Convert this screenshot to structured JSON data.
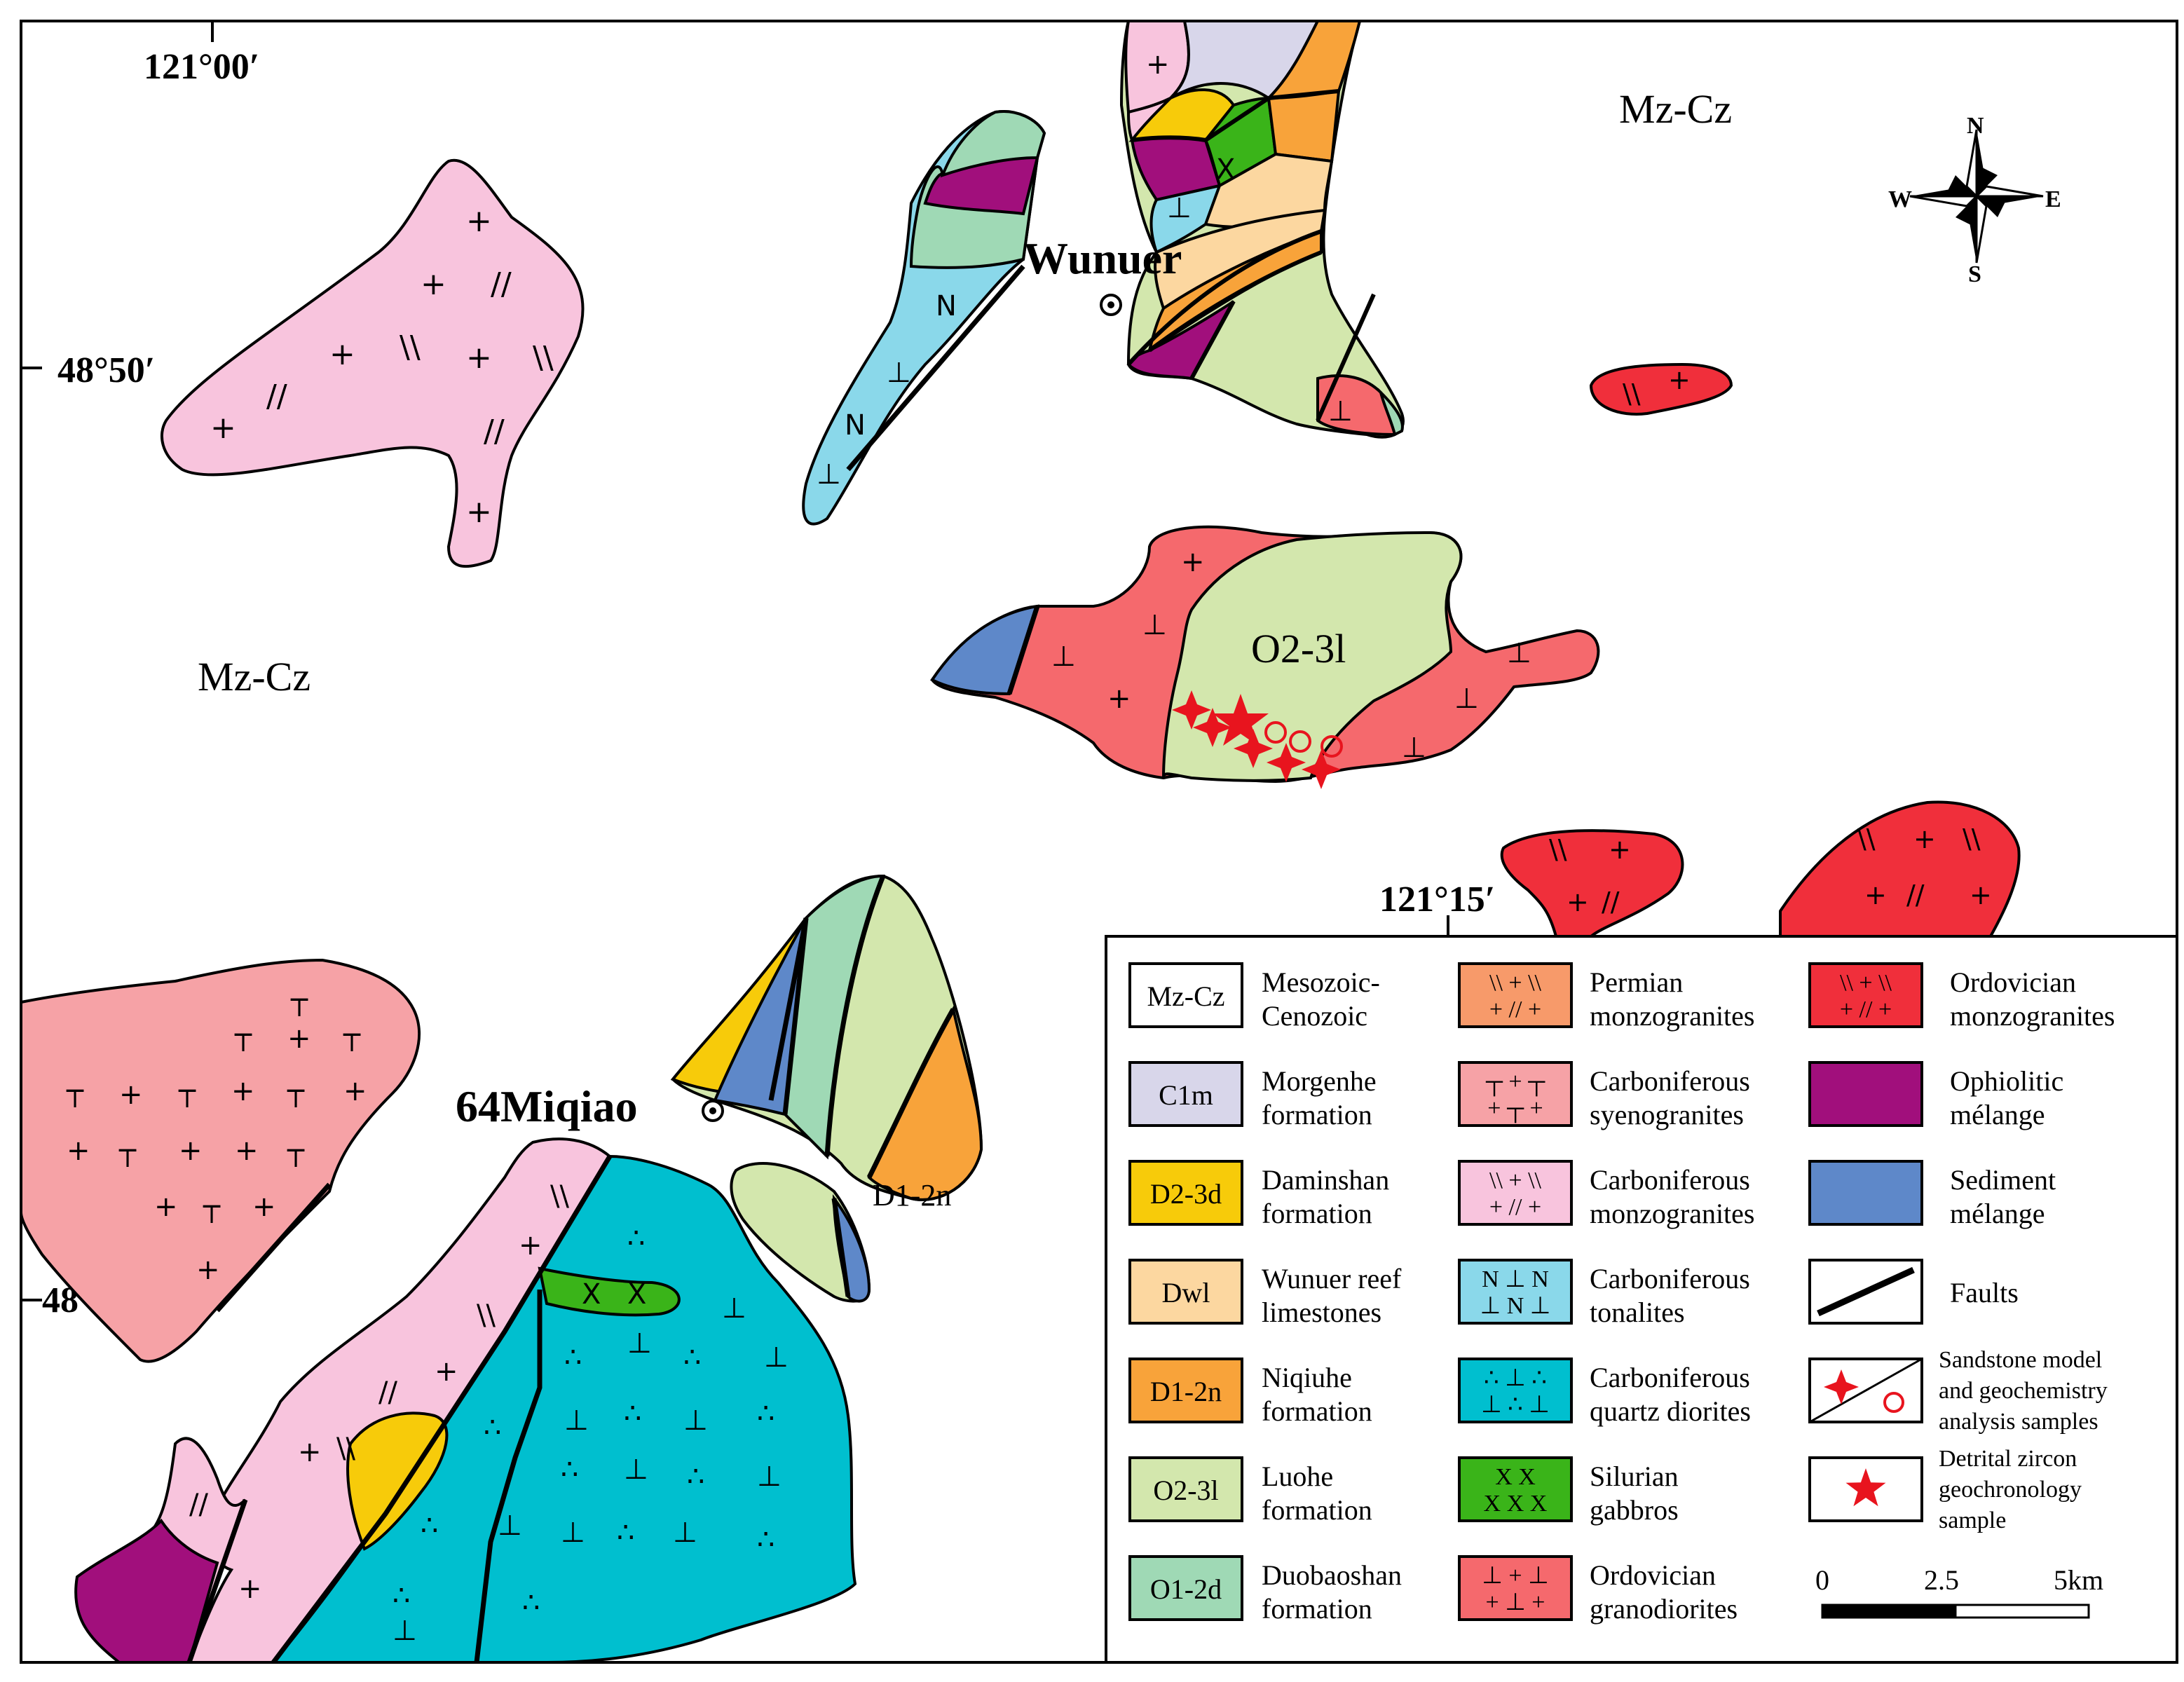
{
  "coordinates": {
    "lon_top": "121°00′",
    "lon_mid": "121°15′",
    "lat_upper": "48°50′",
    "lat_lower": "48°40′"
  },
  "places": {
    "wunuer": "Wunuer",
    "miqiao": "64Miqiao"
  },
  "map_labels": {
    "mzcz": "Mz-Cz",
    "luohe_code": "O2-3l",
    "niqiuhe_code": "D1-2n"
  },
  "compass": {
    "n": "N",
    "s": "S",
    "e": "E",
    "w": "W"
  },
  "colors": {
    "mzcz": "#ffffff",
    "morgenhe": "#d8d6ea",
    "daminshan": "#f7cb0a",
    "wunuer_reef": "#fcd7a0",
    "niqiuhe": "#f8a33a",
    "luohe": "#d3e7ad",
    "duobaoshan": "#9fd9b5",
    "perm_monzo": "#f79a6a",
    "carb_syeno": "#f6a2a6",
    "carb_monzo": "#f8c4dd",
    "carb_tonal": "#8ad8ea",
    "carb_qdio": "#00bfcf",
    "sil_gabbro": "#3ab419",
    "ord_grano": "#f5696d",
    "ord_monzo": "#f02f3b",
    "ophiolitic": "#a10f7c",
    "sediment": "#5e88c9",
    "sample_red": "#e8141e"
  },
  "legend": {
    "items": [
      {
        "code": "Mz-Cz",
        "l1": "Mesozoic-",
        "l2": "Cenozoic",
        "color": "#ffffff",
        "sym": ""
      },
      {
        "code": "C1m",
        "l1": "Morgenhe",
        "l2": "formation",
        "color": "#d8d6ea",
        "sym": ""
      },
      {
        "code": "D2-3d",
        "l1": "Daminshan",
        "l2": "formation",
        "color": "#f7cb0a",
        "sym": ""
      },
      {
        "code": "Dwl",
        "l1": "Wunuer reef",
        "l2": "limestones",
        "color": "#fcd7a0",
        "sym": ""
      },
      {
        "code": "D1-2n",
        "l1": "Niqiuhe",
        "l2": "formation",
        "color": "#f8a33a",
        "sym": ""
      },
      {
        "code": "O2-3l",
        "l1": "Luohe",
        "l2": "formation",
        "color": "#d3e7ad",
        "sym": ""
      },
      {
        "code": "O1-2d",
        "l1": "Duobaoshan",
        "l2": "formation",
        "color": "#9fd9b5",
        "sym": ""
      },
      {
        "code": "",
        "l1": "Permian",
        "l2": "monzogranites",
        "color": "#f79a6a",
        "sym": "\\\\ + \\\\\n+ // +"
      },
      {
        "code": "",
        "l1": "Carboniferous",
        "l2": "syenogranites",
        "color": "#f6a2a6",
        "sym": "┬ + ┬\n+ ┬ +"
      },
      {
        "code": "",
        "l1": "Carboniferous",
        "l2": "monzogranites",
        "color": "#f8c4dd",
        "sym": "\\\\ + \\\\\n+ // +"
      },
      {
        "code": "",
        "l1": "Carboniferous",
        "l2": "tonalites",
        "color": "#8ad8ea",
        "sym": "N ⊥ N\n⊥ N ⊥"
      },
      {
        "code": "",
        "l1": "Carboniferous",
        "l2": "quartz diorites",
        "color": "#00bfcf",
        "sym": "∴ ⊥ ∴\n⊥ ∴ ⊥"
      },
      {
        "code": "",
        "l1": "Silurian",
        "l2": "gabbros",
        "color": "#3ab419",
        "sym": "X X\nX X X"
      },
      {
        "code": "",
        "l1": "Ordovician",
        "l2": "granodiorites",
        "color": "#f5696d",
        "sym": "⊥ + ⊥\n+ ⊥ +"
      },
      {
        "code": "",
        "l1": "Ordovician",
        "l2": "monzogranites",
        "color": "#f02f3b",
        "sym": "\\\\ + \\\\\n+ // +"
      },
      {
        "code": "",
        "l1": "Ophiolitic",
        "l2": "mélange",
        "color": "#a10f7c",
        "sym": ""
      },
      {
        "code": "",
        "l1": "Sediment",
        "l2": "mélange",
        "color": "#5e88c9",
        "sym": ""
      },
      {
        "code": "",
        "l1": "Faults",
        "l2": "",
        "color": "#ffffff",
        "sym": ""
      }
    ],
    "samples_text": [
      "Sandstone model",
      "and geochemistry",
      "analysis samples"
    ],
    "zircon_text": [
      "Detrital zircon",
      "geochronology",
      "sample"
    ]
  },
  "scale_bar": {
    "t0": "0",
    "t1": "2.5",
    "t2": "5km"
  }
}
